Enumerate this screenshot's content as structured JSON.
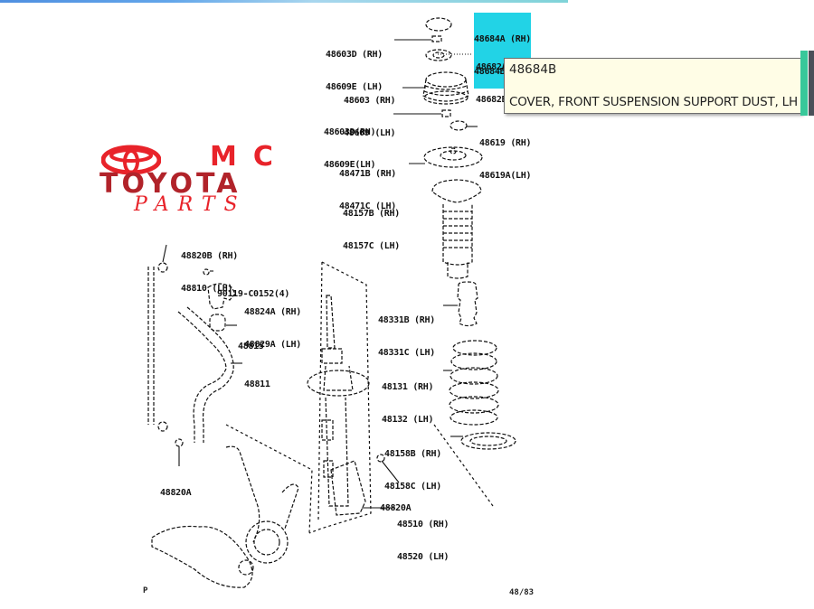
{
  "logo": {
    "line1": "MC",
    "line2": "TOYOTA",
    "line3": "PARTS",
    "colors": {
      "primary": "#e8232a",
      "dark": "#b1232a"
    }
  },
  "tooltip": {
    "part_number": "48684B",
    "description": "COVER, FRONT SUSPENSION SUPPORT DUST, LH",
    "background": "#fffde6"
  },
  "callouts": [
    {
      "id": "48684",
      "lines": [
        "48684A (RH)",
        "48684B (LH)"
      ],
      "highlighted": true
    },
    {
      "id": "48603D",
      "lines": [
        "48603D (RH)",
        "48609E (LH)"
      ]
    },
    {
      "id": "48682",
      "lines": [
        "48682A (RH)",
        "48682B (LH)"
      ]
    },
    {
      "id": "48603",
      "lines": [
        "48603 (RH)",
        "48609 (LH)"
      ]
    },
    {
      "id": "48603D-2",
      "lines": [
        "48603D(RH)",
        "48609E(LH)"
      ]
    },
    {
      "id": "48619",
      "lines": [
        "48619 (RH)",
        "48619A(LH)"
      ]
    },
    {
      "id": "48471",
      "lines": [
        "48471B (RH)",
        "48471C (LH)"
      ]
    },
    {
      "id": "48157",
      "lines": [
        "48157B (RH)",
        "48157C (LH)"
      ]
    },
    {
      "id": "48820B",
      "lines": [
        "48820B (RH)",
        "48810 (LH)"
      ]
    },
    {
      "id": "90119",
      "lines": [
        "90119-C0152(4)"
      ]
    },
    {
      "id": "48824",
      "lines": [
        "48824A (RH)",
        "48829A (LH)"
      ]
    },
    {
      "id": "48815",
      "lines": [
        "48815"
      ]
    },
    {
      "id": "48811",
      "lines": [
        "48811"
      ]
    },
    {
      "id": "48331",
      "lines": [
        "48331B (RH)",
        "48331C (LH)"
      ]
    },
    {
      "id": "48131",
      "lines": [
        "48131 (RH)",
        "48132 (LH)"
      ]
    },
    {
      "id": "48158",
      "lines": [
        "48158B (RH)",
        "48158C (LH)"
      ]
    },
    {
      "id": "48820A-right",
      "lines": [
        "48820A"
      ]
    },
    {
      "id": "48510",
      "lines": [
        "48510 (RH)",
        "48520 (LH)"
      ]
    },
    {
      "id": "48820A-left",
      "lines": [
        "48820A"
      ]
    }
  ],
  "footer": {
    "left_mark": "P",
    "figure_code": "48/83"
  }
}
